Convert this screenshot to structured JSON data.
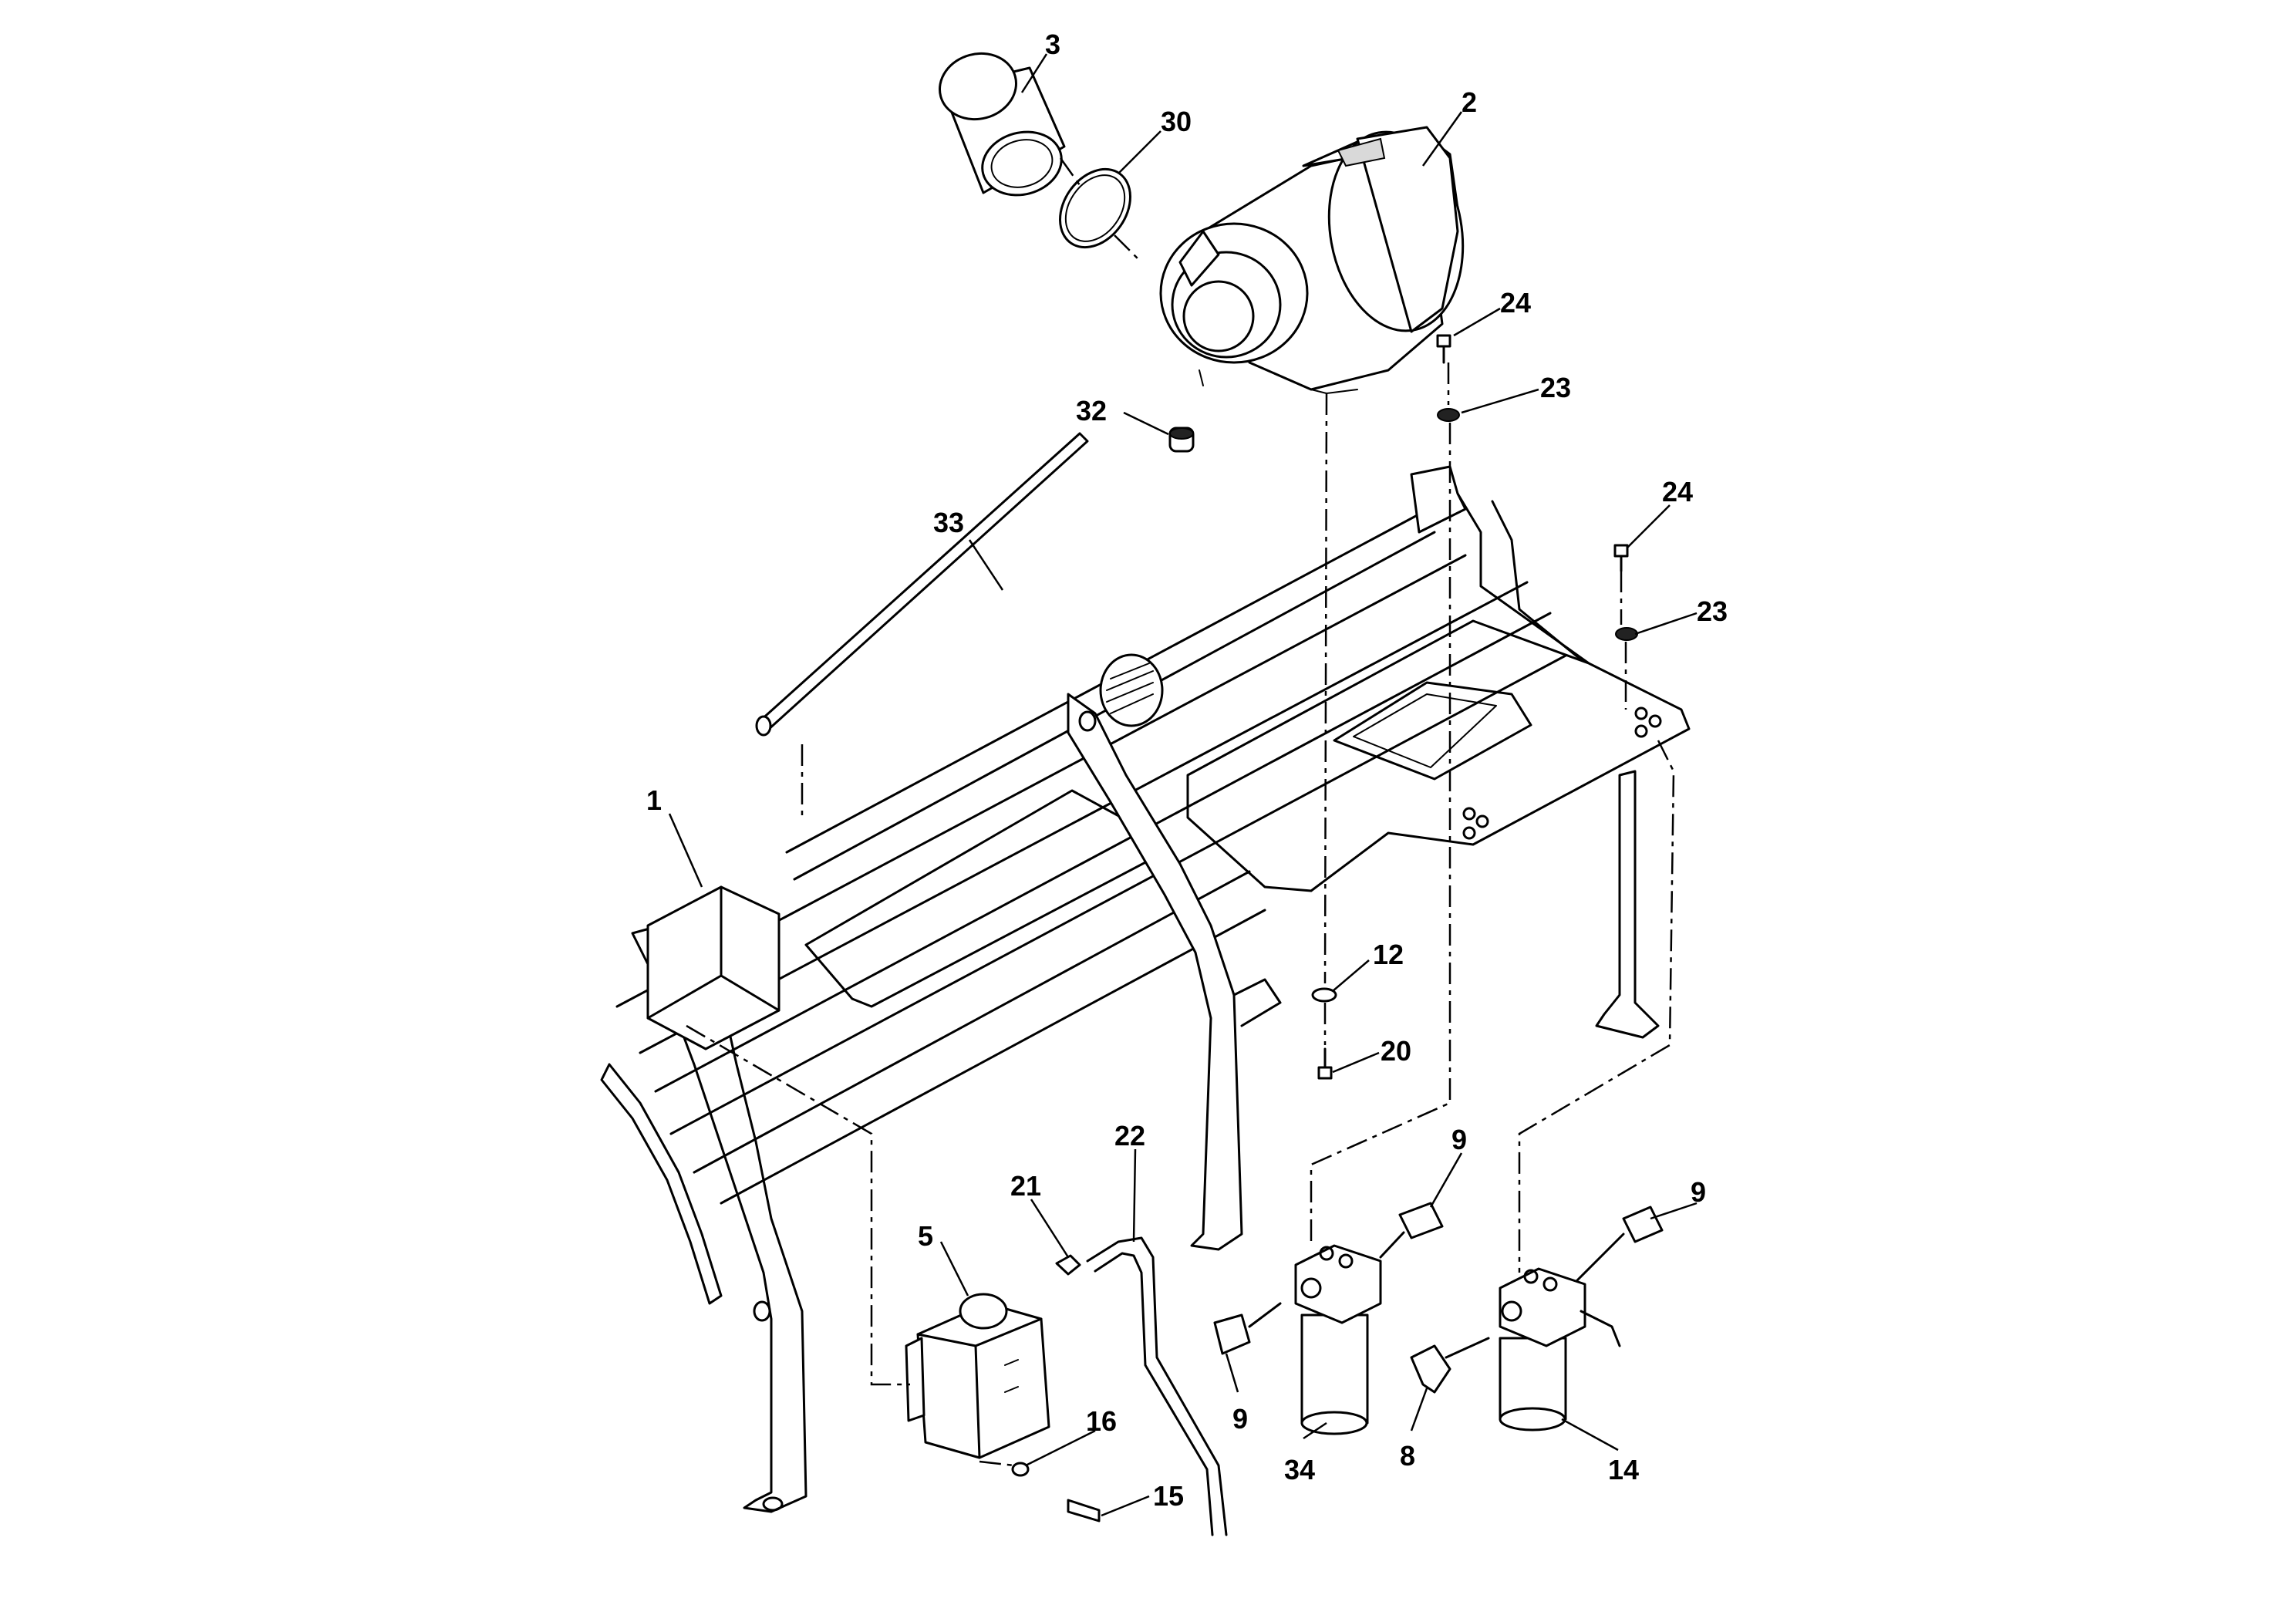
{
  "callouts": {
    "c3": "3",
    "c30": "30",
    "c2": "2",
    "c24a": "24",
    "c23a": "23",
    "c32": "32",
    "c33": "33",
    "c24b": "24",
    "c23b": "23",
    "c1": "1",
    "c12": "12",
    "c20": "20",
    "c9a": "9",
    "c22": "22",
    "c21": "21",
    "c9b": "9",
    "c5": "5",
    "c9c": "9",
    "c16": "16",
    "c34": "34",
    "c8": "8",
    "c14": "14",
    "c15": "15"
  }
}
